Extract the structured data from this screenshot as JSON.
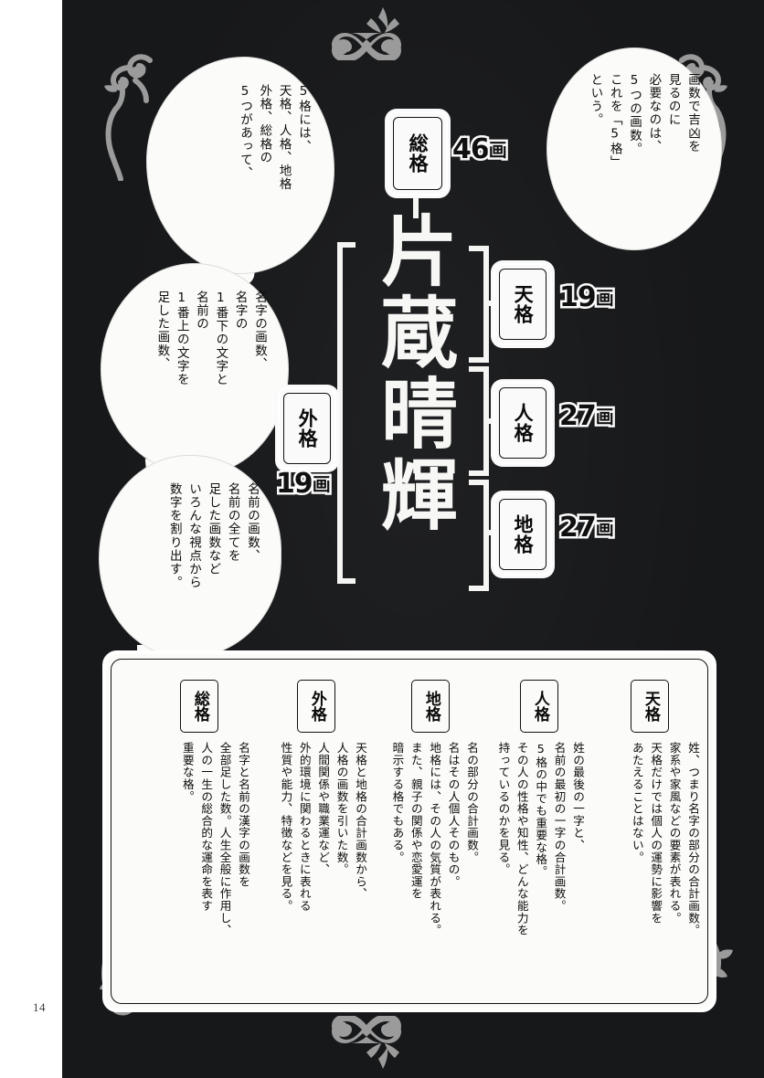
{
  "page": {
    "folio": "14"
  },
  "bubbles": [
    {
      "id": "b1",
      "text": "5格には、\n天格、人格、地格\n外格、総格の\n5つがあって、"
    },
    {
      "id": "b2",
      "text": "名字の画数、\n名字の\n1番下の文字と\n名前の\n1番上の文字を\n足した画数、"
    },
    {
      "id": "b3",
      "text": "名前の画数、\n名前の全てを\n足した画数など\nいろんな視点から\n数字を割り出す。"
    },
    {
      "id": "b4",
      "text": "画数で吉凶を\n見るのに\n必要なのは、\n5つの画数。\nこれを「5格」\nという。"
    }
  ],
  "name": {
    "chars": [
      "片",
      "蔵",
      "晴",
      "輝"
    ],
    "full": "片蔵晴輝"
  },
  "diagram": {
    "sou": {
      "label": "総格",
      "count": "46",
      "unit": "画"
    },
    "ten": {
      "label": "天格",
      "count": "19",
      "unit": "画"
    },
    "jin": {
      "label": "人格",
      "count": "27",
      "unit": "画"
    },
    "chi": {
      "label": "地格",
      "count": "27",
      "unit": "画"
    },
    "gai": {
      "label": "外格",
      "count": "19",
      "unit": "画"
    }
  },
  "panel": {
    "columns": [
      {
        "key": "ten",
        "label": "天格",
        "text": "姓、つまり名字の部分の合計画数。\n家系や家風などの要素が表れる。\n天格だけでは個人の運勢に影響を\nあたえることはない。"
      },
      {
        "key": "jin",
        "label": "人格",
        "text": "姓の最後の一字と、\n名前の最初の一字の合計画数。\n5格の中でも重要な格。\nその人の性格や知性、どんな能力を\n持っているのかを見る。"
      },
      {
        "key": "chi",
        "label": "地格",
        "text": "名の部分の合計画数。\n名はその人個人そのもの。\n地格には、その人の気質が表れる。\nまた、親子の関係や恋愛運を\n暗示する格でもある。"
      },
      {
        "key": "gai",
        "label": "外格",
        "text": "天格と地格の合計画数から、\n人格の画数を引いた数。\n人間関係や職業運など、\n外的環境に関わるときに表れる\n性質や能力、特徴などを見る。"
      },
      {
        "key": "sou",
        "label": "総格",
        "text": "名字と名前の漢字の画数を\n全部足した数。人生全般に作用し、\n人の一生の総合的な運命を表す\n重要な格。"
      }
    ]
  },
  "colors": {
    "ink": "#17181a",
    "paper": "#fbfbf9",
    "ornament": "#9a9a9a",
    "text": "#0c0c0c"
  },
  "ornaments": [
    "flourish-top-center",
    "flourish-bottom-center",
    "vine-top-left",
    "vine-top-right",
    "vine-bottom-left",
    "vine-bottom-right"
  ]
}
